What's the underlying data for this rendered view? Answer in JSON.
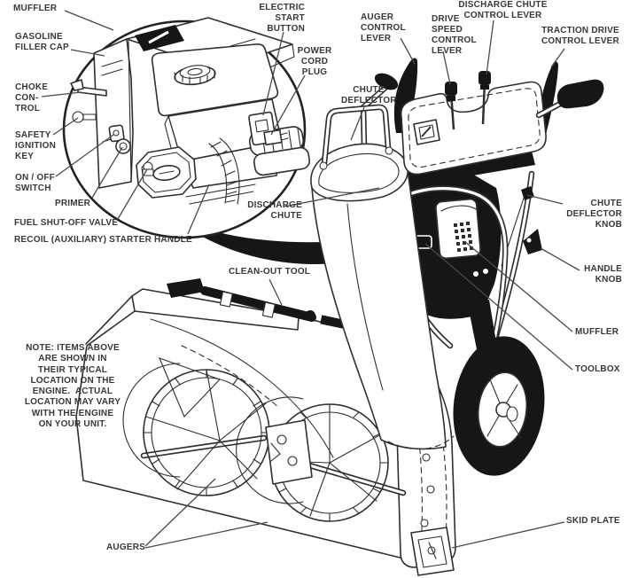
{
  "colors": {
    "ink": "#2f2f2f",
    "label_text": "#383838",
    "paper": "#ffffff",
    "solid_black": "#161616",
    "leader_line": "#4a4a4a"
  },
  "labels": {
    "muffler_engine": "MUFFLER",
    "gasoline_filler_cap": "GASOLINE\nFILLER CAP",
    "choke_control": "CHOKE\nCON-\nTROL",
    "safety_ignition_key": "SAFETY\nIGNITION\nKEY",
    "on_off_switch": "ON / OFF\nSWITCH",
    "primer": "PRIMER",
    "fuel_shut_off_valve": "FUEL SHUT-OFF VALVE",
    "recoil_starter_handle": "RECOIL (AUXILIARY) STARTER HANDLE",
    "electric_start_button": "ELECTRIC\nSTART\nBUTTON",
    "power_cord_plug": "POWER\nCORD\nPLUG",
    "auger_control_lever": "AUGER\nCONTROL\nLEVER",
    "drive_speed_control_lever": "DRIVE\nSPEED\nCONTROL\nLEVER",
    "discharge_chute_control_lever": "DISCHARGE CHUTE\nCONTROL LEVER",
    "traction_drive_control_lever": "TRACTION DRIVE\nCONTROL LEVER",
    "chute_deflector": "CHUTE\nDEFLECTOR",
    "discharge_chute": "DISCHARGE\nCHUTE",
    "chute_deflector_knob": "CHUTE\nDEFLECTOR\nKNOB",
    "handle_knob": "HANDLE\nKNOB",
    "muffler_machine": "MUFFLER",
    "toolbox": "TOOLBOX",
    "clean_out_tool": "CLEAN-OUT TOOL",
    "augers": "AUGERS",
    "skid_plate": "SKID PLATE",
    "note": "NOTE: ITEMS ABOVE\nARE SHOWN IN\nTHEIR TYPICAL\nLOCATION ON THE\nENGINE.  ACTUAL\nLOCATION MAY VARY\nWITH THE ENGINE\nON YOUR UNIT."
  }
}
